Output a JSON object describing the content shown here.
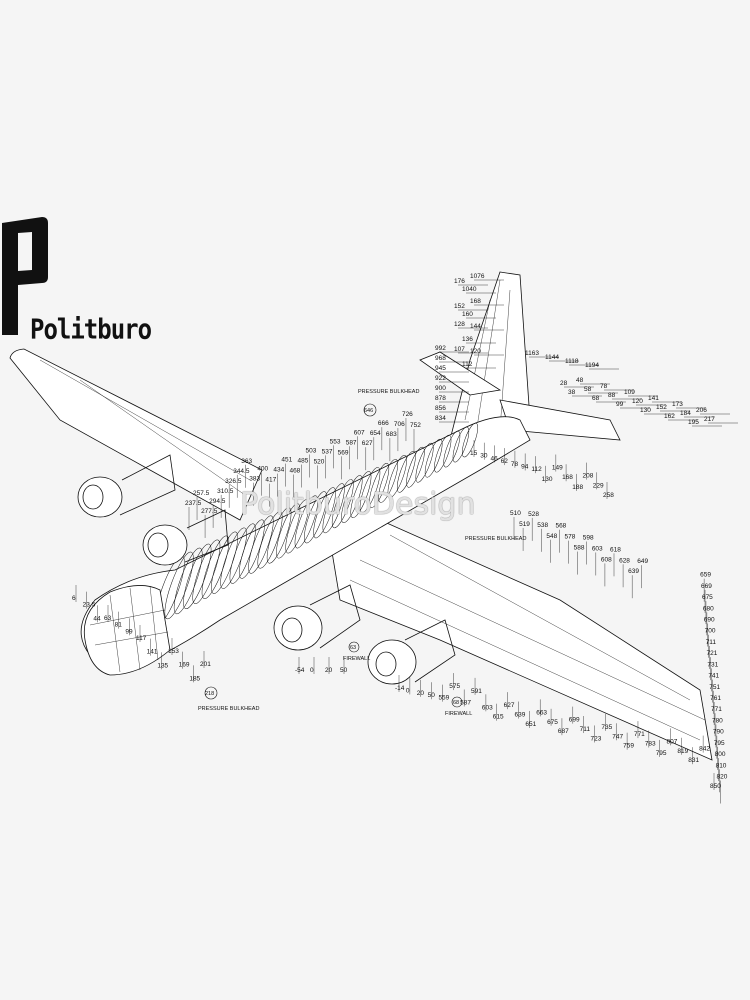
{
  "logo": {
    "letter": "P",
    "text": "Politburo"
  },
  "watermark": "PolitburoDesign",
  "annotations": {
    "pressure_bulkhead_top": "PRESSURE BULKHEAD",
    "pressure_bulkhead_top_num": "646",
    "pressure_bulkhead_nose": "PRESSURE BULKHEAD",
    "pressure_bulkhead_nose_num": "218",
    "pressure_bulkhead_rear": "PRESSURE BULKHEAD",
    "firewall_1": "FIREWALL",
    "firewall_1_num": "63",
    "firewall_2": "FIREWALL",
    "firewall_2_num": "68"
  },
  "part_numbers": {
    "nose": [
      "6",
      "23.5",
      "44",
      "63",
      "81",
      "99",
      "117",
      "141",
      "135",
      "153",
      "169",
      "185",
      "201"
    ],
    "fuselage_top": [
      "237.5",
      "257.5",
      "277.5",
      "294.5",
      "310.5",
      "326.5",
      "344.5",
      "363",
      "383",
      "400",
      "417",
      "434",
      "451",
      "468",
      "485",
      "503",
      "520",
      "537",
      "553",
      "569",
      "587",
      "607",
      "627",
      "654",
      "666",
      "683",
      "706",
      "726",
      "752"
    ],
    "tail_fin": [
      "1076",
      "1040",
      "176",
      "168",
      "160",
      "152",
      "144",
      "136",
      "128",
      "120",
      "112",
      "107",
      "992",
      "968",
      "945",
      "922",
      "900",
      "878",
      "856",
      "834",
      "1163",
      "1144",
      "1118",
      "1194",
      "28",
      "38",
      "48",
      "58",
      "68",
      "78",
      "88",
      "99",
      "109",
      "120",
      "130",
      "141",
      "152",
      "162",
      "173",
      "184",
      "195",
      "206",
      "217"
    ],
    "stabilizer_lower": [
      "15",
      "30",
      "46",
      "62",
      "78",
      "94",
      "112",
      "130",
      "149",
      "168",
      "188",
      "208",
      "229",
      "258"
    ],
    "right_wing_top": [
      "510",
      "519",
      "528",
      "538",
      "548",
      "568",
      "578",
      "588",
      "598",
      "603",
      "608",
      "618",
      "628",
      "639",
      "649",
      "659",
      "669",
      "675",
      "680",
      "690",
      "700",
      "711",
      "721",
      "731",
      "741",
      "751",
      "761",
      "771",
      "780",
      "790",
      "795",
      "800",
      "810",
      "820"
    ],
    "right_wing_bottom": [
      "-14",
      "0",
      "20",
      "50",
      "559",
      "575",
      "587",
      "591",
      "603",
      "615",
      "627",
      "639",
      "651",
      "663",
      "675",
      "687",
      "699",
      "711",
      "723",
      "735",
      "747",
      "759",
      "771",
      "783",
      "795",
      "807",
      "819",
      "831",
      "842",
      "850"
    ],
    "inboard_engine": [
      "-54",
      "0",
      "20",
      "50"
    ]
  }
}
